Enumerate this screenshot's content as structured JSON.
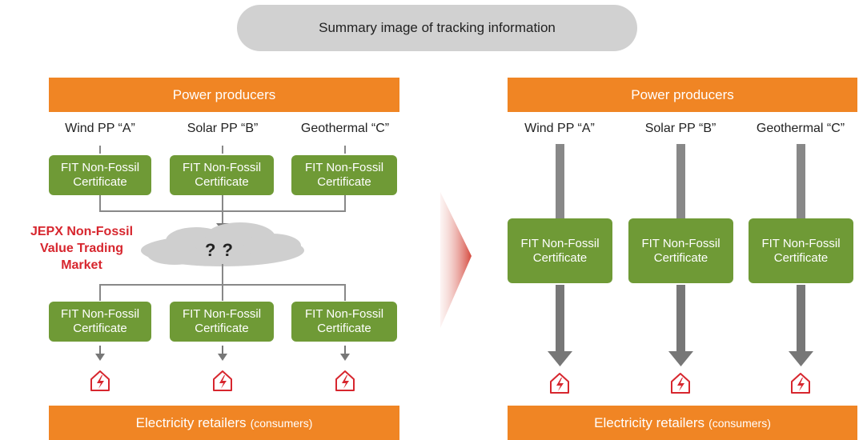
{
  "title": "Summary image of tracking information",
  "left": {
    "producers_label": "Power producers",
    "producers": [
      "Wind PP “A”",
      "Solar PP “B”",
      "Geothermal “C”"
    ],
    "certificate": {
      "line1": "FIT Non-Fossil",
      "line2": "Certificate"
    },
    "market": {
      "line1": "JEPX Non-Fossil",
      "line2": "Value Trading",
      "line3": "Market"
    },
    "unknown": "? ?",
    "retailers_label": "Electricity retailers",
    "retailers_sub": "(consumers)"
  },
  "right": {
    "producers_label": "Power producers",
    "producers": [
      "Wind PP “A”",
      "Solar PP “B”",
      "Geothermal “C”"
    ],
    "certificate": {
      "line1": "FIT Non-Fossil",
      "line2": "Certificate"
    },
    "retailers_label": "Electricity retailers",
    "retailers_sub": "(consumers)"
  },
  "colors": {
    "orange": "#f08524",
    "green": "#6f9a36",
    "pill_gray": "#d1d1d1",
    "cloud_gray": "#cfcfcf",
    "arrow_gray": "#777777",
    "red": "#d7262e"
  },
  "icons": [
    "power-house-icon",
    "transition-arrow-icon",
    "cloud-icon"
  ]
}
